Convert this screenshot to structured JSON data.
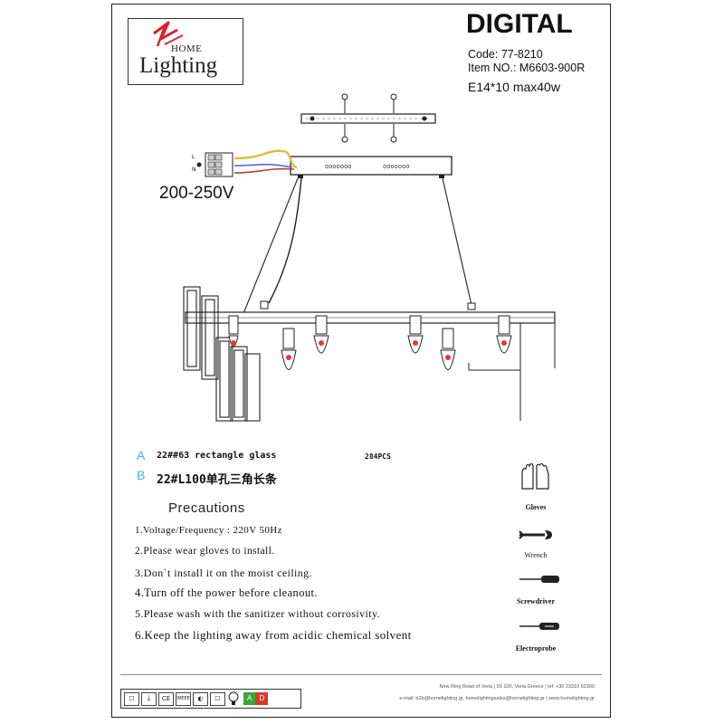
{
  "brand": {
    "home": "HOME",
    "lighting": "Lighting"
  },
  "title": "DIGITAL",
  "specs": {
    "code": "Code: 77-8210",
    "item": "Item NO.:  M6603-900R",
    "bulb": "E14*10 max40w"
  },
  "voltage": "200-250V",
  "terminal_labels": [
    "L",
    "N"
  ],
  "parts": [
    {
      "letter": "A",
      "desc": "22##63 rectangle glass",
      "qty": "284PCS"
    },
    {
      "letter": "B",
      "desc": "22#L100单孔三角长条"
    }
  ],
  "precautions": {
    "title": "Precautions",
    "items": [
      "1.Voltage/Frequency : 220V 50Hz",
      "2.Please wear gloves to install.",
      "3.Don`t install it on the moist ceiling.",
      "4.Turn off the power before cleanout.",
      "5.Please wash with the sanitizer without corrosivity.",
      "6.Keep the lighting away from acidic chemical solvent"
    ]
  },
  "tools": [
    "Gloves",
    "Wrench",
    "Screwdriver",
    "Electroprobe"
  ],
  "footer": {
    "address": "New Ring Road of Veria | 59 100, Veria Greece | tel: +30 23310 62300",
    "email": "e-mail: b2b@homelighting.gr, homelightingsales@homelighting.gr | www.homelighting.gr",
    "cert_marks": [
      "☐",
      "⏚",
      "CE",
      "WEEE",
      "◐",
      "☐"
    ],
    "energy_labels": [
      "A",
      "D"
    ]
  },
  "colors": {
    "accent": "#3fb5e6",
    "logo_red": "#d9232e",
    "bulb_red": "#e23b3b",
    "energy_green": "#3aa63a",
    "energy_red": "#d93a2b"
  }
}
